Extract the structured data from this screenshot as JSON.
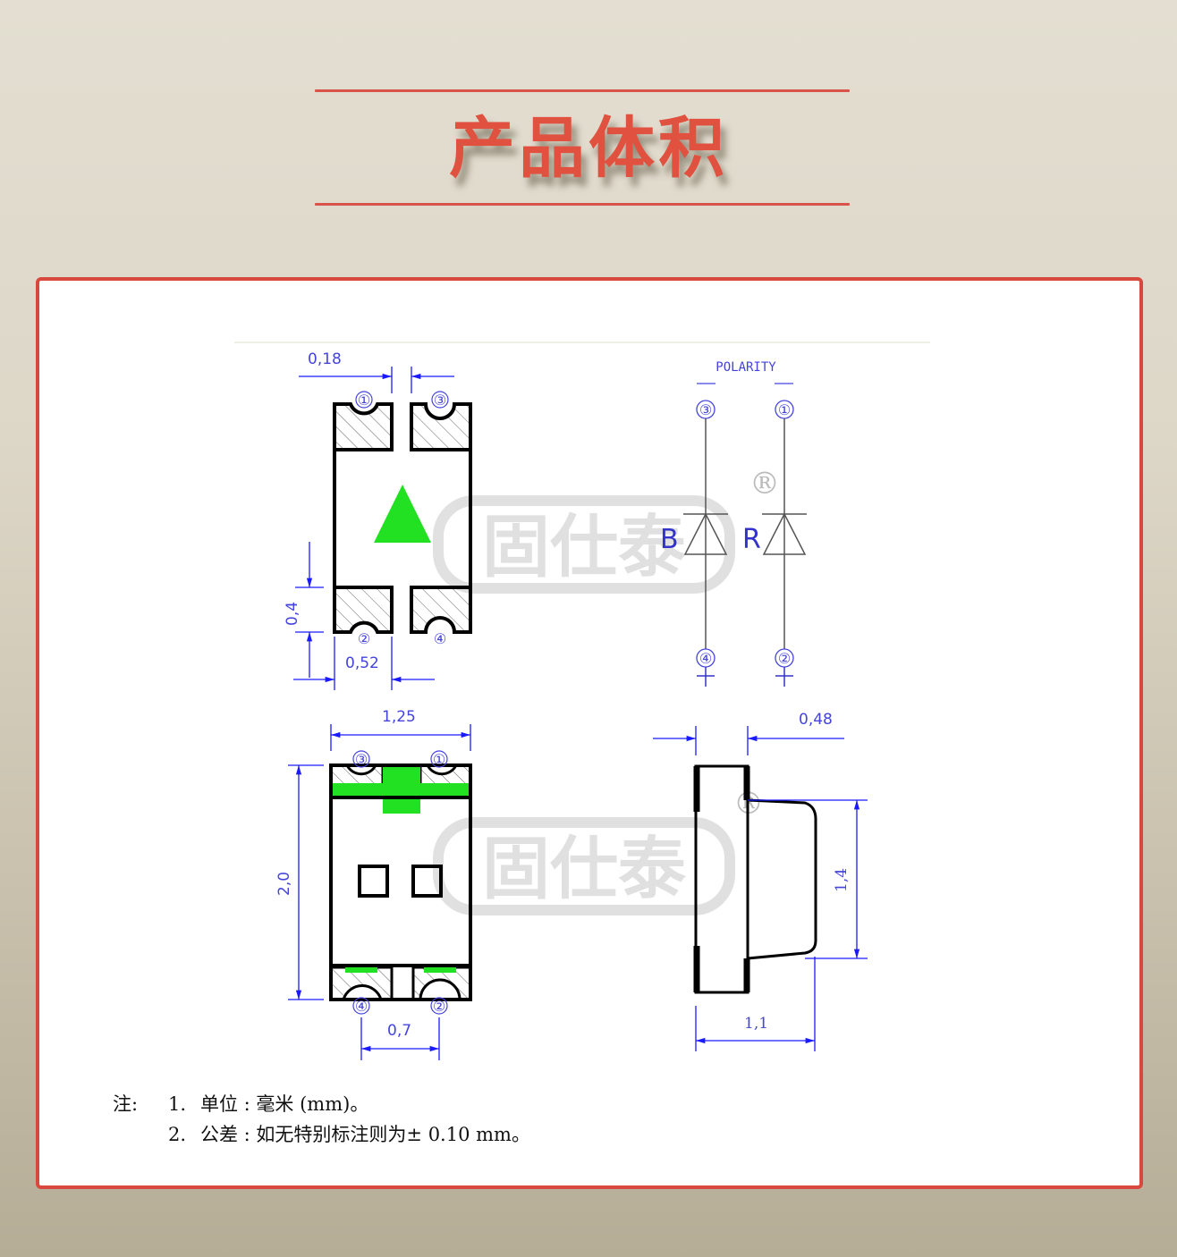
{
  "header": {
    "title": "产品体积",
    "accent_color": "#d9534a"
  },
  "watermark": {
    "brand": "固仕泰",
    "registered_mark": "®"
  },
  "top_view": {
    "dim_gap": "0,18",
    "dim_pad_height": "0,4",
    "dim_pad_width": "0,52",
    "pins_top": [
      "①",
      "③"
    ],
    "pins_bottom": [
      "②",
      "④"
    ],
    "polarity_mark_color": "#22dd22"
  },
  "polarity": {
    "title": "POLARITY",
    "diodes": [
      {
        "label": "B",
        "anode_pin": "③",
        "cathode_pin": "④"
      },
      {
        "label": "R",
        "anode_pin": "①",
        "cathode_pin": "②"
      }
    ]
  },
  "bottom_view": {
    "dim_width": "1,25",
    "dim_length": "2,0",
    "dim_pin_pitch": "0,7",
    "pins_top": [
      "③",
      "①"
    ],
    "pins_bottom": [
      "④",
      "②"
    ]
  },
  "side_view": {
    "dim_base": "0,48",
    "dim_lens_height": "1,4",
    "dim_depth": "1,1"
  },
  "notes": {
    "label": "注:",
    "items": [
      {
        "num": "1.",
        "text": "单位 : 毫米 (mm)。"
      },
      {
        "num": "2.",
        "text": "公差 : 如无特别标注则为± 0.10 mm。"
      }
    ]
  }
}
